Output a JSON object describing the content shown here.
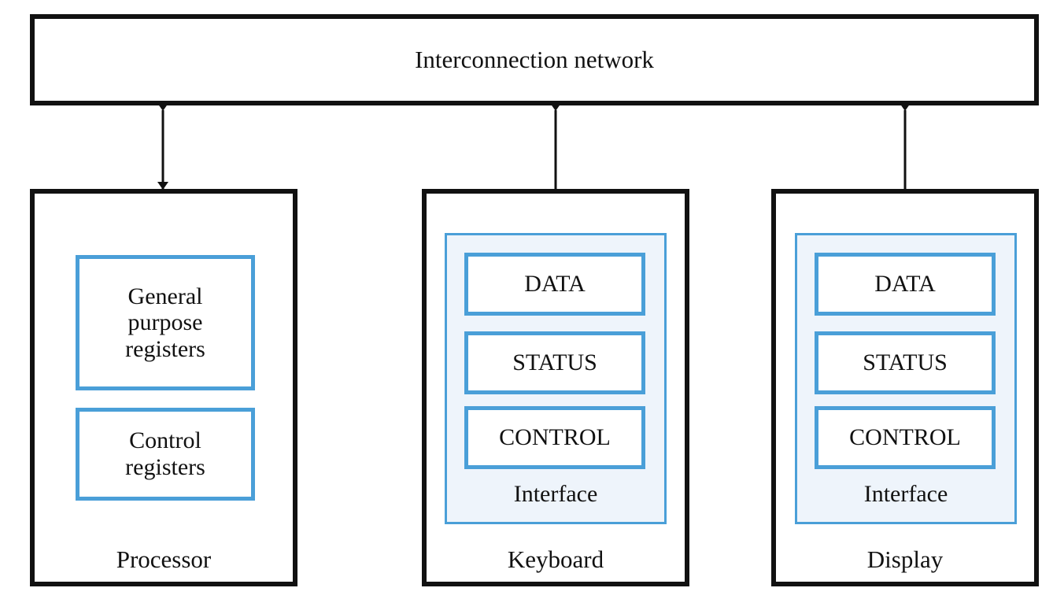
{
  "network": {
    "label": "Interconnection network"
  },
  "processor": {
    "label": "Processor",
    "general_registers": [
      "General",
      "purpose",
      "registers"
    ],
    "control_registers": [
      "Control",
      "registers"
    ]
  },
  "keyboard": {
    "label": "Keyboard",
    "interface_label": "Interface",
    "registers": [
      "DATA",
      "STATUS",
      "CONTROL"
    ]
  },
  "display": {
    "label": "Display",
    "interface_label": "Interface",
    "registers": [
      "DATA",
      "STATUS",
      "CONTROL"
    ]
  },
  "colors": {
    "outline": "#111111",
    "register_border": "#4a9fd8",
    "interface_fill": "#eef4fb"
  }
}
